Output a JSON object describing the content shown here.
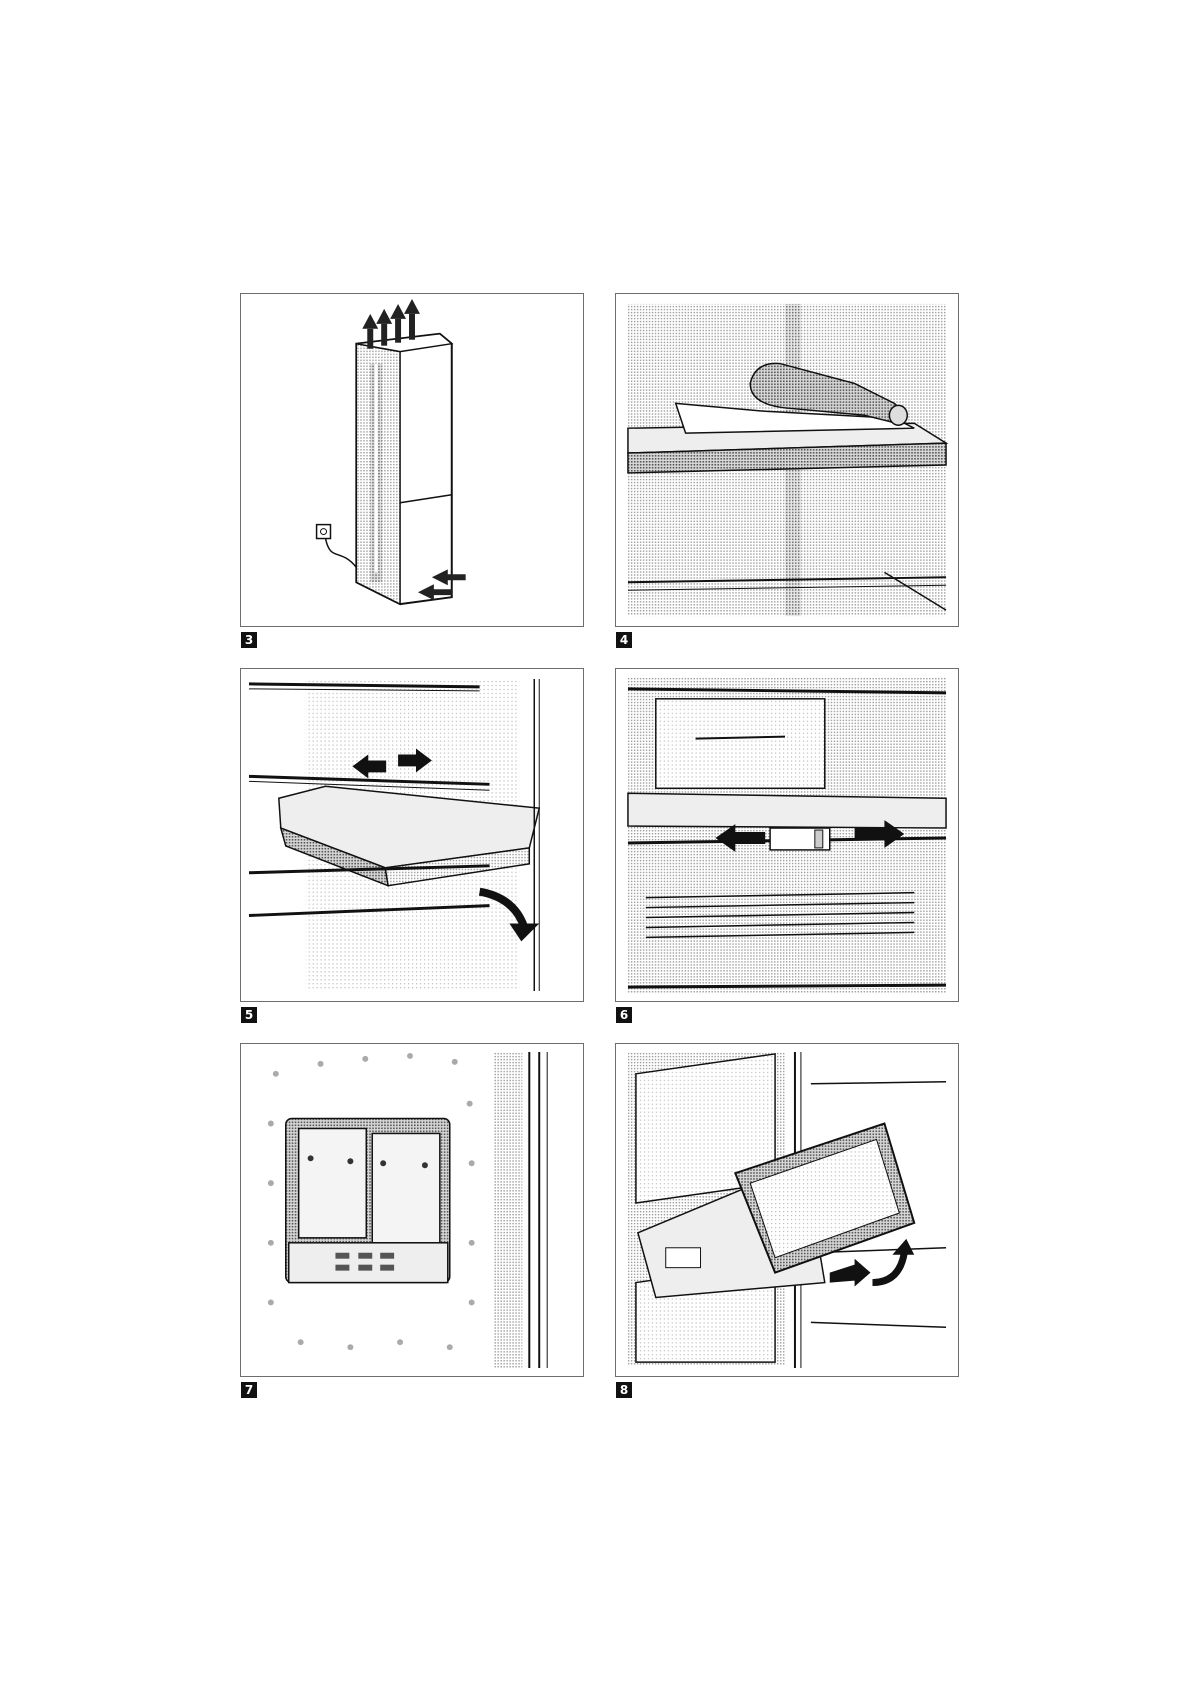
{
  "figures": [
    {
      "number": "3"
    },
    {
      "number": "4"
    },
    {
      "number": "5"
    },
    {
      "number": "6"
    },
    {
      "number": "7"
    },
    {
      "number": "8"
    }
  ]
}
